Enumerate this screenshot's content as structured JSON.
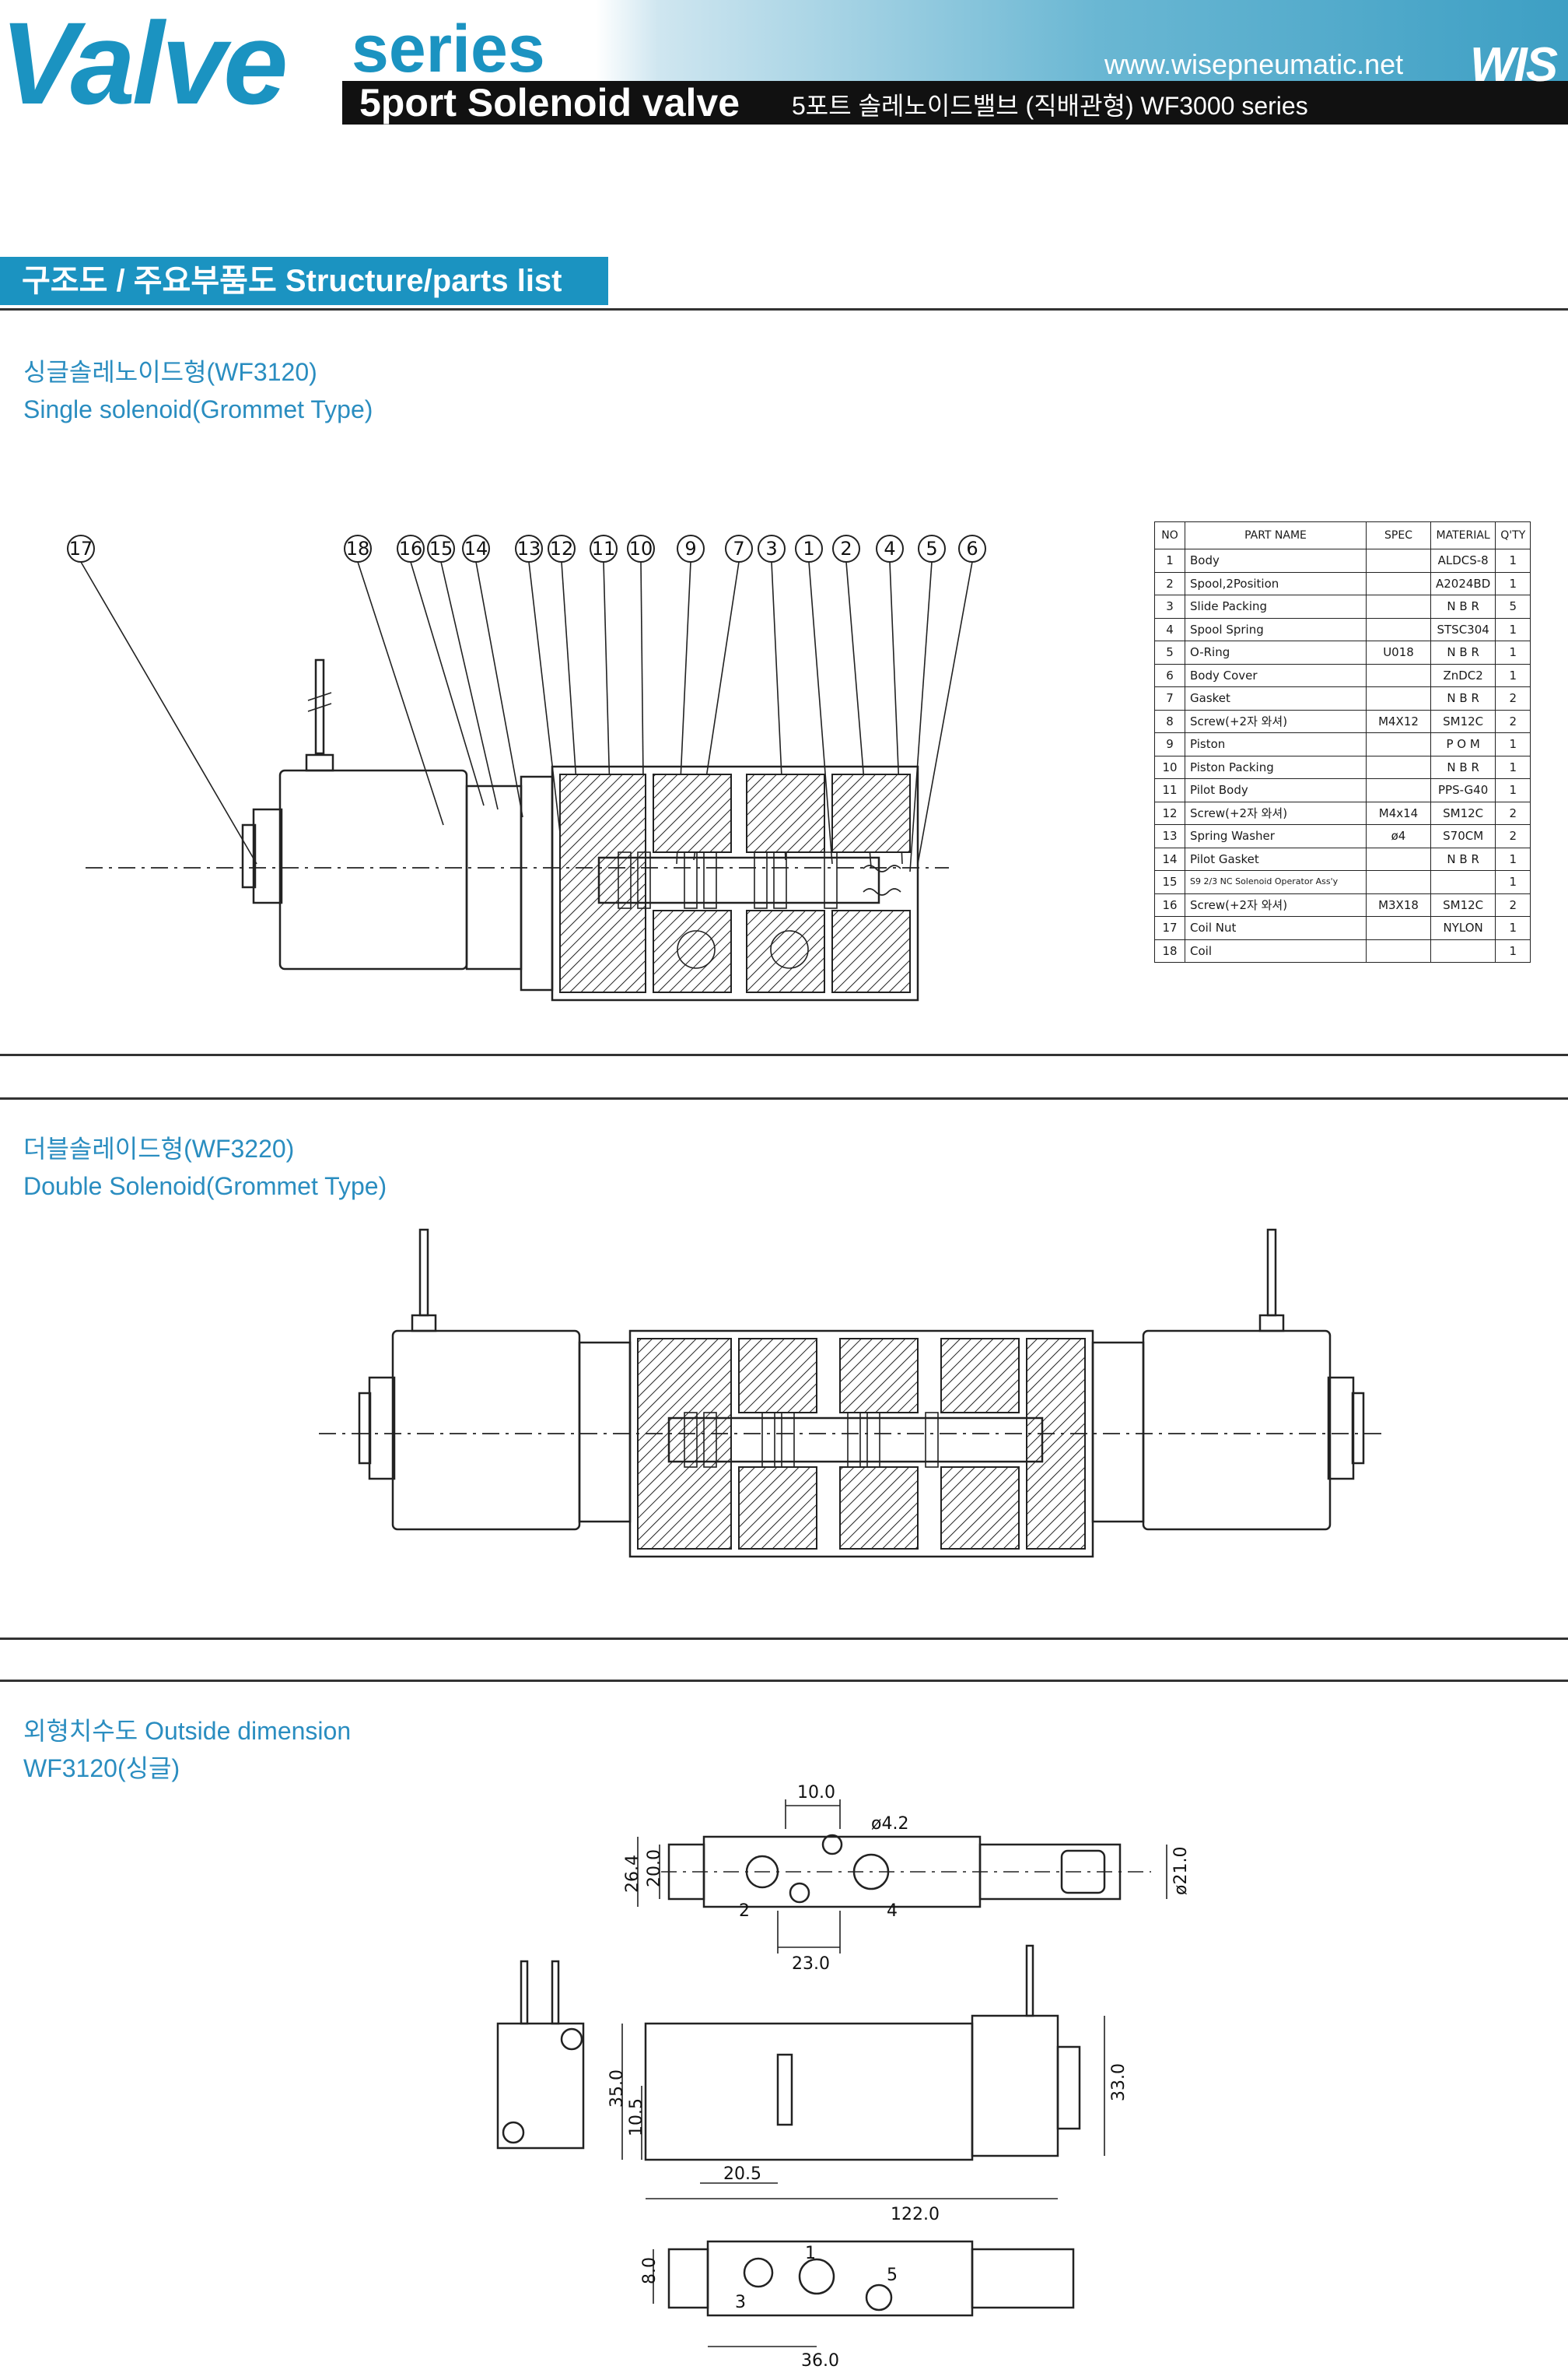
{
  "header": {
    "brand": "Valve",
    "series": "series",
    "url": "www.wisepneumatic.net",
    "logo": "WIS",
    "subtitle_en": "5port Solenoid valve",
    "subtitle_kr": "5포트 솔레노이드밸브 (직배관형) WF3000 series"
  },
  "section": {
    "title": "구조도 / 주요부품도  Structure/parts list"
  },
  "single": {
    "title_kr": "싱글솔레노이드형(WF3120)",
    "title_en": "Single solenoid(Grommet Type)"
  },
  "double": {
    "title_kr": "더블솔레이드형(WF3220)",
    "title_en": "Double Solenoid(Grommet Type)"
  },
  "outside": {
    "title": "외형치수도 Outside dimension",
    "model": "WF3120(싱글)"
  },
  "callouts": [
    "17",
    "18",
    "16",
    "15",
    "14",
    "13",
    "12",
    "11",
    "10",
    "9",
    "7",
    "3",
    "1",
    "2",
    "4",
    "5",
    "6"
  ],
  "parts_table": {
    "headers": [
      "NO",
      "PART NAME",
      "SPEC",
      "MATERIAL",
      "Q'TY"
    ],
    "rows": [
      [
        "1",
        "Body",
        "",
        "ALDCS-8",
        "1"
      ],
      [
        "2",
        "Spool,2Position",
        "",
        "A2024BD",
        "1"
      ],
      [
        "3",
        "Slide Packing",
        "",
        "N B R",
        "5"
      ],
      [
        "4",
        "Spool Spring",
        "",
        "STSC304",
        "1"
      ],
      [
        "5",
        "O-Ring",
        "U018",
        "N B R",
        "1"
      ],
      [
        "6",
        "Body Cover",
        "",
        "ZnDC2",
        "1"
      ],
      [
        "7",
        "Gasket",
        "",
        "N B R",
        "2"
      ],
      [
        "8",
        "Screw(+2자 와셔)",
        "M4X12",
        "SM12C",
        "2"
      ],
      [
        "9",
        "Piston",
        "",
        "P O M",
        "1"
      ],
      [
        "10",
        "Piston Packing",
        "",
        "N B R",
        "1"
      ],
      [
        "11",
        "Pilot Body",
        "",
        "PPS-G40",
        "1"
      ],
      [
        "12",
        "Screw(+2자 와셔)",
        "M4x14",
        "SM12C",
        "2"
      ],
      [
        "13",
        "Spring Washer",
        "ø4",
        "S70CM",
        "2"
      ],
      [
        "14",
        "Pilot Gasket",
        "",
        "N B R",
        "1"
      ],
      [
        "15",
        "S9 2/3 NC Solenoid Operator Ass'y",
        "",
        "",
        "1"
      ],
      [
        "16",
        "Screw(+2자 와셔)",
        "M3X18",
        "SM12C",
        "2"
      ],
      [
        "17",
        "Coil Nut",
        "",
        "NYLON",
        "1"
      ],
      [
        "18",
        "Coil",
        "",
        "",
        "1"
      ]
    ]
  },
  "dimensions": {
    "top_width": "10.0",
    "hole_dia": "ø4.2",
    "height_outer": "26.4",
    "height_inner": "20.0",
    "port_pitch": "23.0",
    "coil_dia": "ø21.0",
    "port_2": "2",
    "port_4": "4",
    "side_height": "35.0",
    "side_offset": "10.5",
    "coil_height": "33.0",
    "side_offset2": "20.5",
    "overall_length": "122.0",
    "bottom_height": "8.0",
    "port_1": "1",
    "port_3": "3",
    "port_5": "5",
    "bottom_width": "36.0"
  },
  "colors": {
    "accent": "#1b93c1",
    "header_bar": "#111111"
  }
}
